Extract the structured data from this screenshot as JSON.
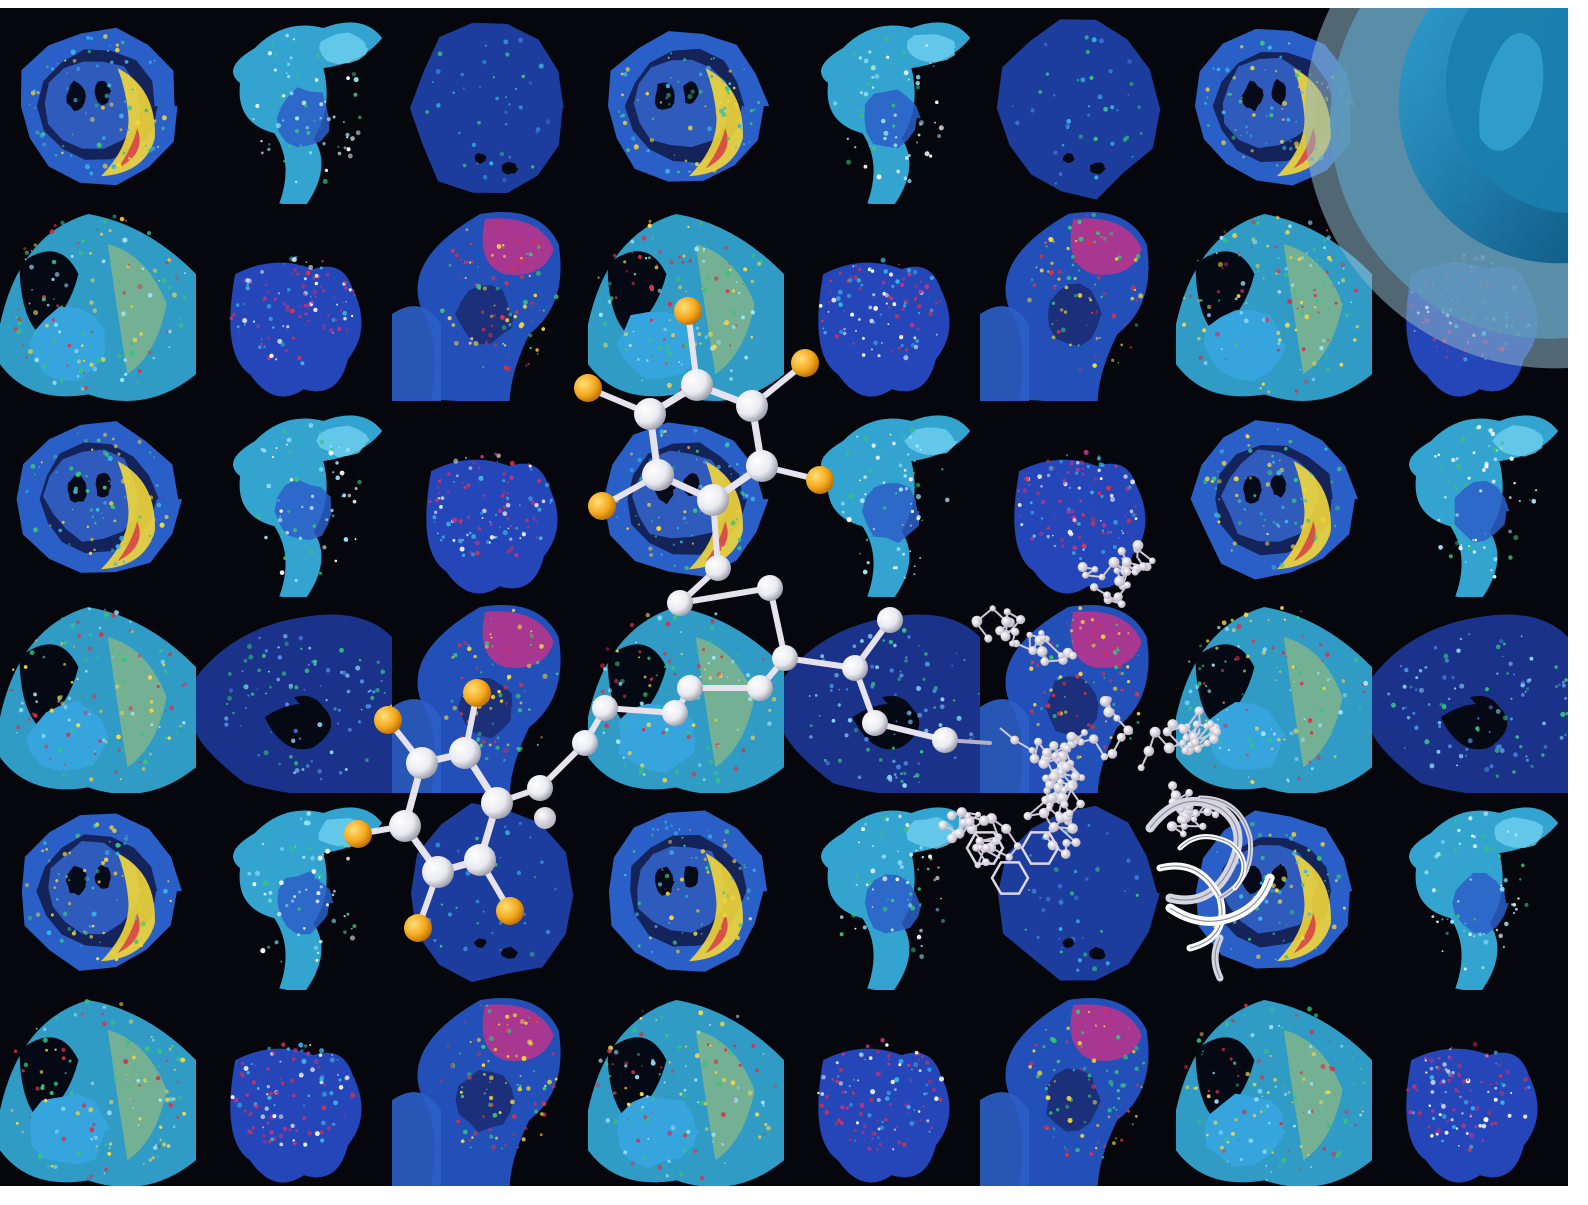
{
  "figure": {
    "background_color": "#05070c",
    "grid": {
      "columns": 8,
      "rows": 6
    },
    "cell_styles": [
      "ring-cell",
      "spiky-cell",
      "round-cell",
      "elongated-cell",
      "irregular-cell",
      "pear-cell",
      "stretched-cell",
      "granular-cell"
    ],
    "layout_rows": [
      [
        0,
        1,
        2,
        0,
        1,
        2,
        0,
        1
      ],
      [
        3,
        4,
        5,
        3,
        4,
        5,
        3,
        4
      ],
      [
        0,
        1,
        4,
        0,
        1,
        4,
        0,
        1
      ],
      [
        3,
        6,
        5,
        3,
        6,
        5,
        3,
        6
      ],
      [
        0,
        1,
        2,
        0,
        1,
        2,
        0,
        1
      ],
      [
        3,
        4,
        5,
        3,
        4,
        5,
        3,
        4
      ]
    ],
    "palette": {
      "cell_blue": "#2b5fc8",
      "cell_cyan": "#38b6e6",
      "hot_yellow": "#f2d73a",
      "hot_red": "#d8324a",
      "magenta": "#c0328a",
      "green": "#37c47b",
      "atom_white": "#f2f2f7",
      "fluorine_orange": "#f5a81c",
      "protein_white": "#e6e6ee",
      "corner_blue": "#1f87b8"
    },
    "icons": [
      "molecule-structure-icon",
      "protein-ribbon-icon",
      "corner-arc-icon"
    ]
  }
}
